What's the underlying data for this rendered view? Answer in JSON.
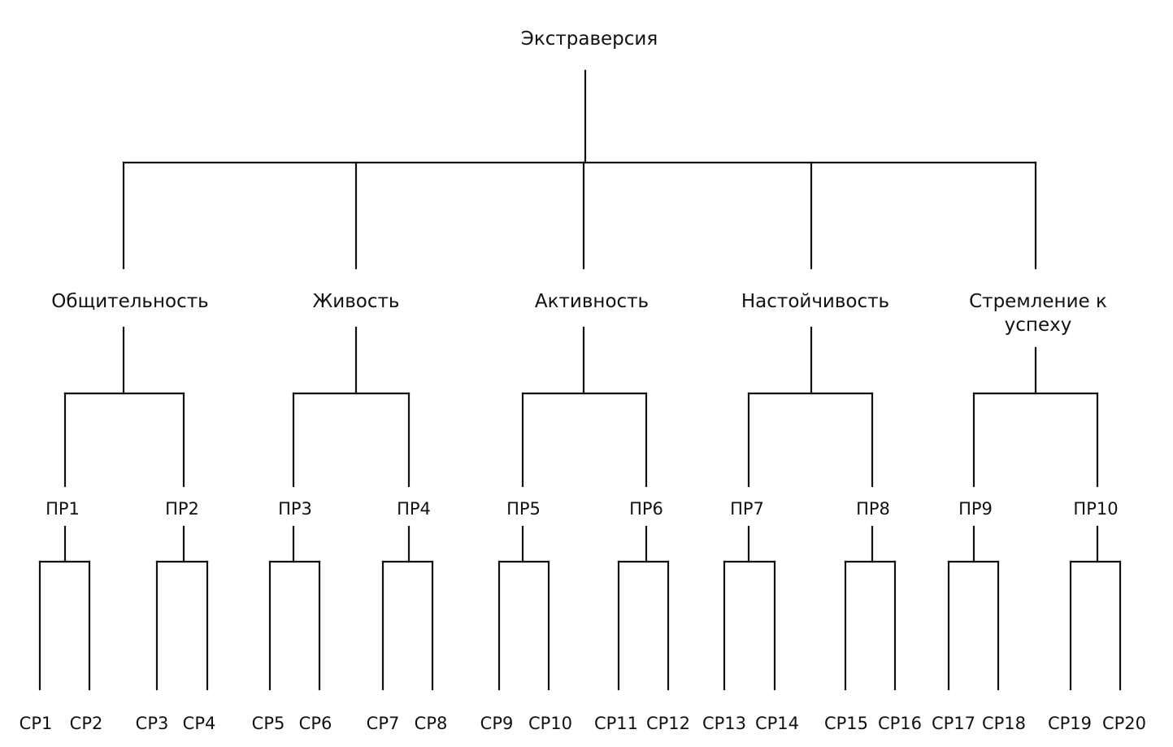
{
  "root": "Экстраверсия",
  "factors": [
    {
      "label_lines": [
        "Общительность"
      ],
      "primaries": [
        {
          "label": "ПР1",
          "secondaries": [
            "СР1",
            "СР2"
          ]
        },
        {
          "label": "ПР2",
          "secondaries": [
            "СР3",
            "СР4"
          ]
        }
      ]
    },
    {
      "label_lines": [
        "Живость"
      ],
      "primaries": [
        {
          "label": "ПР3",
          "secondaries": [
            "СР5",
            "СР6"
          ]
        },
        {
          "label": "ПР4",
          "secondaries": [
            "СР7",
            "СР8"
          ]
        }
      ]
    },
    {
      "label_lines": [
        "Активность"
      ],
      "primaries": [
        {
          "label": "ПР5",
          "secondaries": [
            "СР9",
            "СР10"
          ]
        },
        {
          "label": "ПР6",
          "secondaries": [
            "СР11",
            "СР12"
          ]
        }
      ]
    },
    {
      "label_lines": [
        "Настойчивость"
      ],
      "primaries": [
        {
          "label": "ПР7",
          "secondaries": [
            "СР13",
            "СР14"
          ]
        },
        {
          "label": "ПР8",
          "secondaries": [
            "СР15",
            "СР16"
          ]
        }
      ]
    },
    {
      "label_lines": [
        "Стремление к",
        "успеху"
      ],
      "primaries": [
        {
          "label": "ПР9",
          "secondaries": [
            "СР17",
            "СР18"
          ]
        },
        {
          "label": "ПР10",
          "secondaries": [
            "СР19",
            "СР20"
          ]
        }
      ]
    }
  ]
}
